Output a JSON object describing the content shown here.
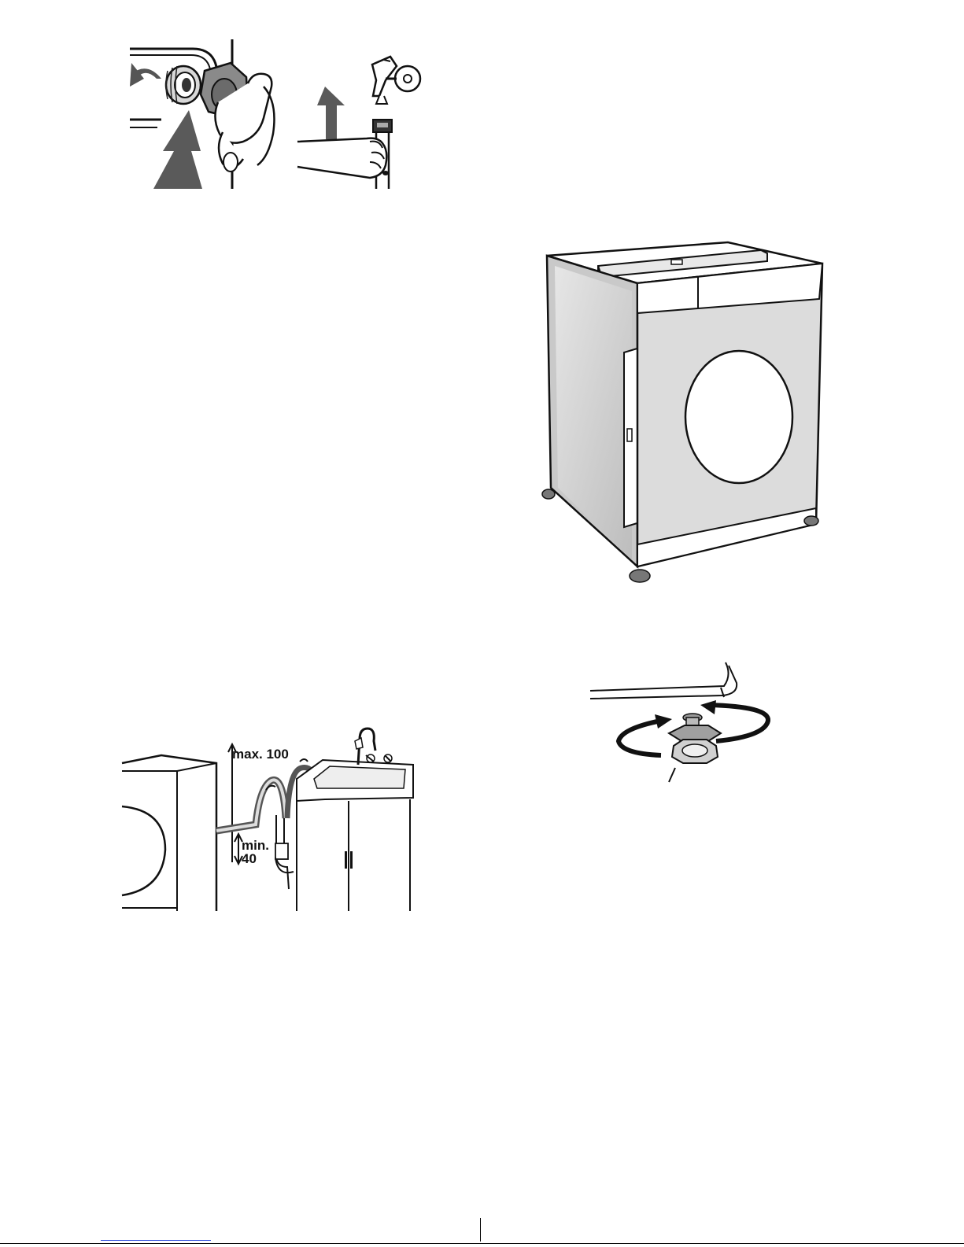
{
  "drain_figure": {
    "max_label": "max. 100",
    "min_label_line1": "min.",
    "min_label_line2": "40"
  },
  "icons": [
    "hose-connection-icon",
    "tap-connection-icon",
    "washing-machine-icon",
    "adjustable-foot-icon",
    "drain-hose-installation-icon"
  ]
}
